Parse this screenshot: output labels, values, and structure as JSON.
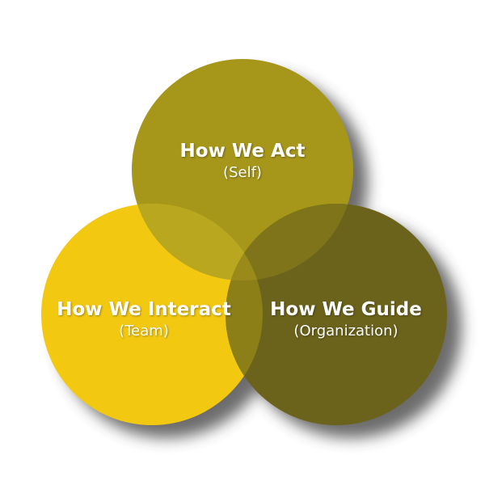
{
  "diagram": {
    "type": "venn",
    "circles": [
      {
        "key": "self",
        "title": "How We Act",
        "subtitle": "(Self)",
        "color": "#A6961A"
      },
      {
        "key": "team",
        "title": "How We Interact",
        "subtitle": "(Team)",
        "color": "#F2C811"
      },
      {
        "key": "org",
        "title": "How We Guide",
        "subtitle": "(Organization)",
        "color": "#6B631B"
      }
    ],
    "overlap_color_self_team": "#B9A720",
    "overlap_color_self_org": "#7F7419",
    "overlap_color_team_org": "#8C7F18",
    "center_color": "#9A8A1C",
    "shadow_color": "#3A3A3A"
  }
}
